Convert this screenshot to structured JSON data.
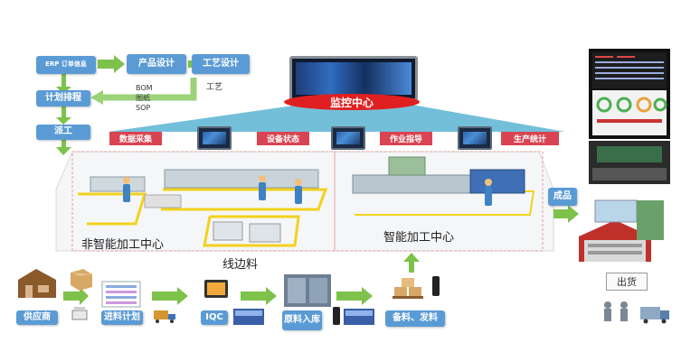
{
  "left_flow": {
    "erp": "ERP 订单信息",
    "product_design": "产品设计",
    "process_design": "工艺设计",
    "process": "工艺",
    "bom_items": [
      "BOM",
      "图纸",
      "SOP"
    ],
    "plan": "计划排程",
    "dispatch": "派工"
  },
  "monitor_center": "监控中心",
  "tags": [
    "数据采集",
    "设备状态",
    "作业指导",
    "生产统计"
  ],
  "zones": {
    "non_smart": "非智能加工中心",
    "smart": "智能加工中心",
    "line_side": "线边料"
  },
  "bottom_flow": {
    "supplier": "供应商",
    "incoming_plan": "进料计划",
    "iqc": "IQC",
    "warehouse": "原料入库",
    "picking": "备料、发料"
  },
  "right": {
    "finished": "成品",
    "shipping": "出货"
  },
  "colors": {
    "box_blue": "#5b9bd5",
    "arrow_green": "#7dc24b",
    "tag_red": "#d94452",
    "monitor_red": "#e02020",
    "zone_border": "#e6a0a0"
  }
}
